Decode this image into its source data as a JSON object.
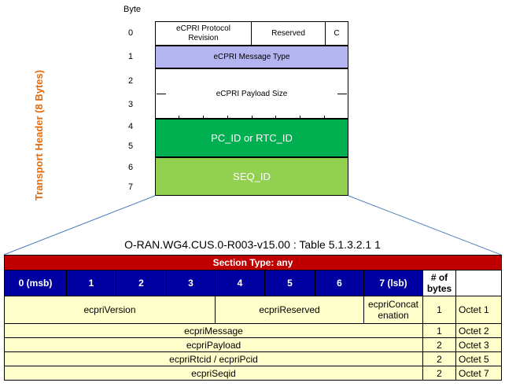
{
  "header_diagram": {
    "byte_label": "Byte",
    "side_label": "Transport Header (8 Bytes)",
    "byte_numbers": [
      "0",
      "1",
      "2",
      "3",
      "4",
      "5",
      "6",
      "7"
    ],
    "fields": {
      "protocol_revision": "eCPRI Protocol Revision",
      "reserved": "Reserved",
      "c": "C",
      "message_type": "eCPRI Message Type",
      "payload_size": "eCPRI Payload Size",
      "pc_id": "PC_ID or RTC_ID",
      "seq_id": "SEQ_ID"
    },
    "colors": {
      "message_type": "#b4b4f0",
      "pc_id": "#00b050",
      "seq_id": "#92d050",
      "side_label": "#e46c0a"
    }
  },
  "table_caption": "O-RAN.WG4.CUS.0-R003-v15.00 : Table 5.1.3.2.1 1",
  "table": {
    "section_type": "Section Type: any",
    "bit_headers": [
      "0 (msb)",
      "1",
      "2",
      "3",
      "4",
      "5",
      "6",
      "7 (lsb)"
    ],
    "bytes_header": "# of bytes",
    "rows": {
      "r1": {
        "ecpriVersion": "ecpriVersion",
        "ecpriReserved": "ecpriReserved",
        "ecpriConcatenation": "ecpriConcat enation",
        "bytes": "1",
        "octet": "Octet 1"
      },
      "r2": {
        "field": "ecpriMessage",
        "bytes": "1",
        "octet": "Octet 2"
      },
      "r3": {
        "field": "ecpriPayload",
        "bytes": "2",
        "octet": "Octet 3"
      },
      "r4": {
        "field": "ecpriRtcid / ecpriPcid",
        "bytes": "2",
        "octet": "Octet 5"
      },
      "r5": {
        "field": "ecpriSeqid",
        "bytes": "2",
        "octet": "Octet 7"
      }
    },
    "colors": {
      "section": "#c00000",
      "bit_header": "#0000a0",
      "row": "#ffffcc"
    }
  }
}
